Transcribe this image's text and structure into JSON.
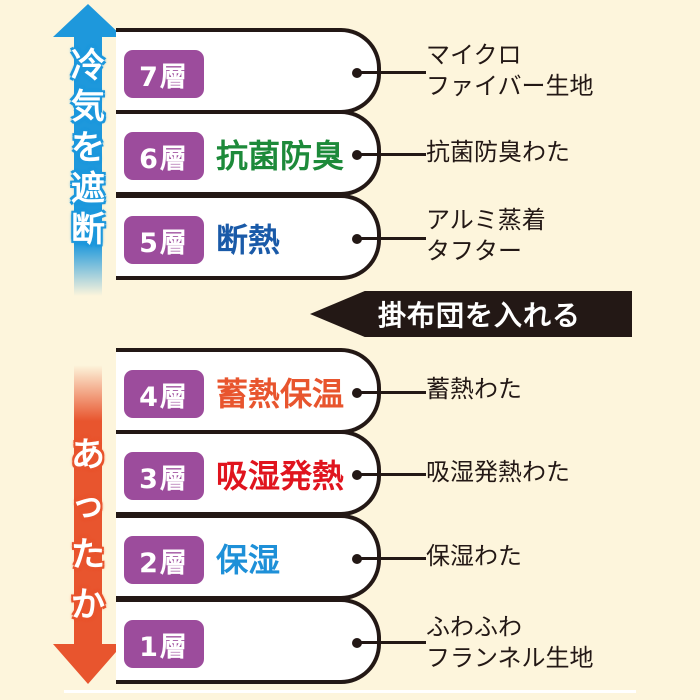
{
  "colors": {
    "background": "#fdf5dc",
    "badge": "#9c4c9c",
    "cold_arrow": "#1e98dc",
    "warm_arrow": "#e8552e",
    "outline": "#231815"
  },
  "arrows": {
    "cold": {
      "label": "冷気を遮断",
      "chars": [
        "冷",
        "気",
        "を",
        "遮",
        "断"
      ],
      "direction": "up"
    },
    "warm": {
      "label": "あったか",
      "chars": [
        "あ",
        "っ",
        "た",
        "か"
      ],
      "direction": "down"
    }
  },
  "banner": {
    "label": "掛布団を入れる"
  },
  "layers": [
    {
      "badge": "7層",
      "feature": "",
      "feature_color": "",
      "material": [
        "マイクロ",
        "ファイバー生地"
      ]
    },
    {
      "badge": "6層",
      "feature": "抗菌防臭",
      "feature_color": "#1d8a3a",
      "material": [
        "抗菌防臭わた"
      ]
    },
    {
      "badge": "5層",
      "feature": "断熱",
      "feature_color": "#1a5aa8",
      "material": [
        "アルミ蒸着",
        "タフター"
      ]
    },
    {
      "badge": "4層",
      "feature": "蓄熱保温",
      "feature_color": "#e8552e",
      "material": [
        "蓄熱わた"
      ]
    },
    {
      "badge": "3層",
      "feature": "吸湿発熱",
      "feature_color": "#e0141e",
      "material": [
        "吸湿発熱わた"
      ]
    },
    {
      "badge": "2層",
      "feature": "保湿",
      "feature_color": "#1e90d8",
      "material": [
        "保湿わた"
      ]
    },
    {
      "badge": "1層",
      "feature": "",
      "feature_color": "",
      "material": [
        "ふわふわ",
        "フランネル生地"
      ]
    }
  ]
}
